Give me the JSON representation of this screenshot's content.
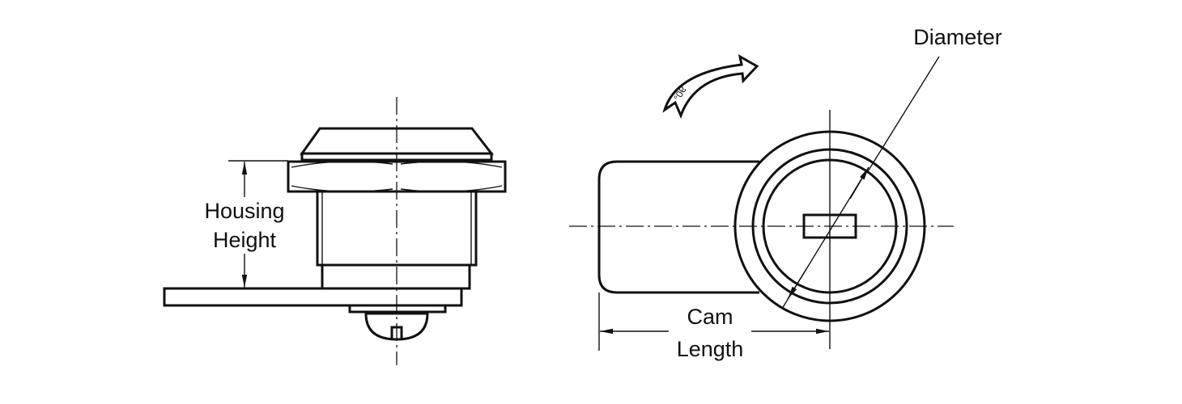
{
  "labels": {
    "housing_height": [
      "Housing",
      "Height"
    ],
    "cam_length": [
      "Cam",
      "Length"
    ],
    "diameter": "Diameter",
    "rotation": "90°"
  },
  "colors": {
    "line": "#111111",
    "background": "#ffffff"
  }
}
